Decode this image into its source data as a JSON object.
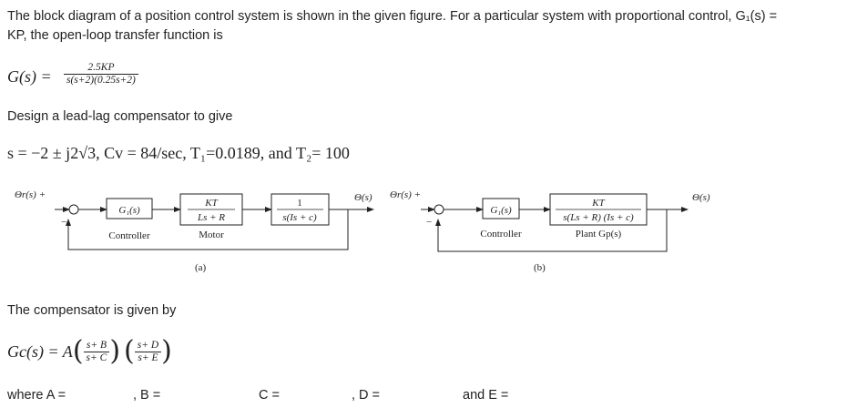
{
  "intro_line1": "The block diagram of a position control system is shown in the given figure. For a particular system with proportional control, G₁(s) =",
  "intro_line2": "KP, the open-loop transfer function is",
  "gs": {
    "lhs": "G(s) =",
    "num": "2.5KP",
    "den": "s(s+2)(0.25s+2)"
  },
  "design_text": "Design a lead-lag compensator to give",
  "spec": "s = −2 ± j2√3, Cv = 84/sec, T₁=0.0189, and T₂= 100",
  "diagram_a": {
    "input": "Θr(s) +",
    "minus": "−",
    "g1": "G₁(s)",
    "g1_caption": "Controller",
    "motor_num": "KT",
    "motor_den": "Ls + R",
    "motor_caption": "Motor",
    "integ_num": "1",
    "integ_den": "s(Is + c)",
    "output": "Θ(s)",
    "label": "(a)"
  },
  "diagram_b": {
    "input": "Θr(s) +",
    "minus": "−",
    "g1": "G₁(s)",
    "g1_caption": "Controller",
    "plant_num": "KT",
    "plant_den": "s(Ls + R) (Is + c)",
    "plant_caption": "Plant Gp(s)",
    "output": "Θ(s)",
    "label": "(b)"
  },
  "compensator_text": "The compensator is given by",
  "gc": {
    "lhs": "Gc(s) = A",
    "num1": "s+ B",
    "den1": "s+ C",
    "num2": "s+ D",
    "den2": "s+ E"
  },
  "answers": {
    "a": "where A =",
    "b": ", B =",
    "c": "C =",
    "d": ", D =",
    "e": "and E ="
  }
}
